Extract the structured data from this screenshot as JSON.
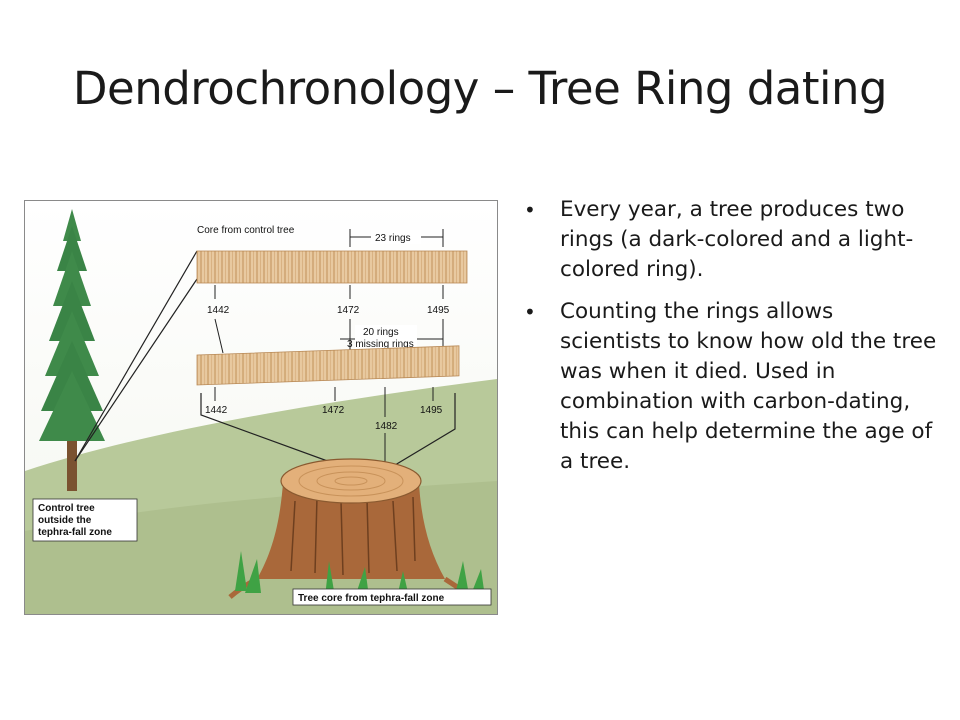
{
  "slide": {
    "title": "Dendrochronology – Tree Ring dating",
    "bullets": [
      "Every year, a tree produces two rings (a dark-colored and a light-colored ring).",
      "Counting the rings allows scientists to know how old the tree was when it died. Used in combination with carbon-dating, this can help determine the age of a tree."
    ]
  },
  "figure": {
    "core_label": "Core from control tree",
    "rings_top": "23 rings",
    "year_1442": "1442",
    "year_1472": "1472",
    "year_1495": "1495",
    "year_1482": "1482",
    "rings_mid": "20 rings",
    "missing_rings": "3 missing rings",
    "control_line1": "Control tree",
    "control_line2": "outside the",
    "control_line3": "tephra-fall zone",
    "stump_label": "Tree core from tephra-fall zone"
  },
  "icons": {
    "bullet": "bullet-dot-icon"
  }
}
